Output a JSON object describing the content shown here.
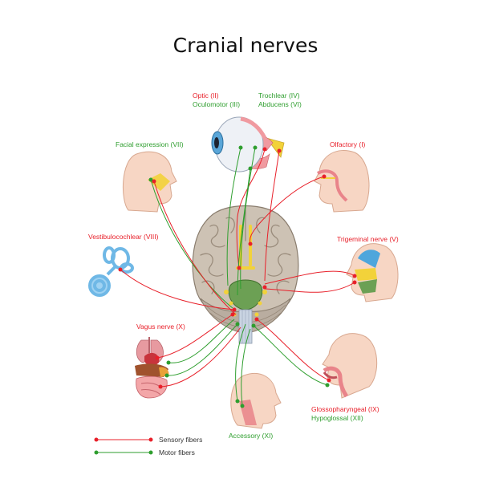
{
  "title": "Cranial nerves",
  "colors": {
    "sensory": "#e8202a",
    "motor": "#2e9e2e"
  },
  "nerves": {
    "optic": "Optic (II)",
    "oculomotor": "Oculomotor (III)",
    "trochlear": "Trochlear (IV)",
    "abducens": "Abducens (VI)",
    "facial": "Facial expression (VII)",
    "olfactory": "Olfactory (I)",
    "vestibulocochlear": "Vestibulocochlear (VIII)",
    "trigeminal": "Trigeminal nerve (V)",
    "vagus": "Vagus nerve (X)",
    "glossopharyngeal": "Glossopharyngeal (IX)",
    "hypoglossal": "Hypoglossal (XII)",
    "accessory": "Accessory (XI)"
  },
  "legend": {
    "sensory": "Sensory fibers",
    "motor": "Motor fibers"
  }
}
